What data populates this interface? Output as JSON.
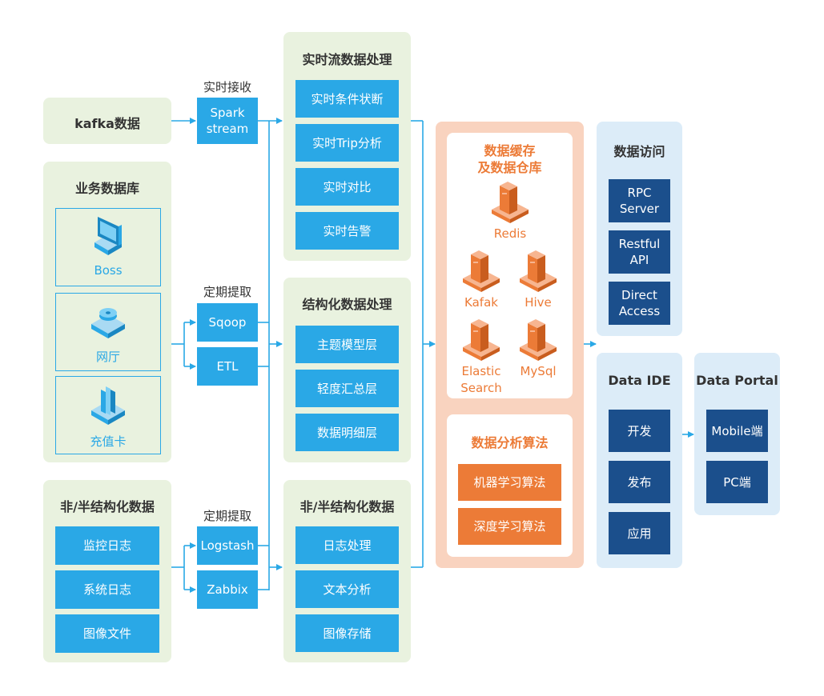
{
  "sources": {
    "kafka": "kafka数据",
    "business_db": {
      "title": "业务数据库",
      "items": [
        "Boss",
        "网厅",
        "充值卡"
      ]
    },
    "unstructured": {
      "title": "非/半结构化数据",
      "items": [
        "监控日志",
        "系统日志",
        "图像文件"
      ]
    }
  },
  "ingest": {
    "realtime_label": "实时接收",
    "spark": "Spark stream",
    "scheduled_label_1": "定期提取",
    "sqoop": "Sqoop",
    "etl": "ETL",
    "scheduled_label_2": "定期提取",
    "logstash": "Logstash",
    "zabbix": "Zabbix"
  },
  "processing": {
    "realtime": {
      "title": "实时流数据处理",
      "items": [
        "实时条件状断",
        "实时Trip分析",
        "实时对比",
        "实时告警"
      ]
    },
    "structured": {
      "title": "结构化数据处理",
      "items": [
        "主题模型层",
        "轻度汇总层",
        "数据明细层"
      ]
    },
    "unstructured": {
      "title": "非/半结构化数据",
      "items": [
        "日志处理",
        "文本分析",
        "图像存储"
      ]
    }
  },
  "storage": {
    "title_line1": "数据缓存",
    "title_line2": "及数据仓库",
    "servers": {
      "redis": "Redis",
      "kafak": "Kafak",
      "hive": "Hive",
      "elastic_line1": "Elastic",
      "elastic_line2": "Search",
      "mysql": "MySql"
    },
    "analysis_title": "数据分析算法",
    "analysis_items": [
      "机器学习算法",
      "深度学习算法"
    ]
  },
  "access": {
    "title": "数据访问",
    "items": [
      {
        "line1": "RPC",
        "line2": "Server"
      },
      {
        "line1": "Restful",
        "line2": "API"
      },
      {
        "line1": "Direct",
        "line2": "Access"
      }
    ]
  },
  "ide": {
    "title": "Data IDE",
    "items": [
      "开发",
      "发布",
      "应用"
    ]
  },
  "portal": {
    "title": "Data Portal",
    "items": [
      "Mobile端",
      "PC端"
    ]
  },
  "colors": {
    "blue": "#2aa8e6",
    "navy": "#1b4f8c",
    "orange": "#ec7b37",
    "green_panel": "#e9f2df",
    "blue_panel": "#dcecf8",
    "orange_panel": "#f9d3bf"
  }
}
